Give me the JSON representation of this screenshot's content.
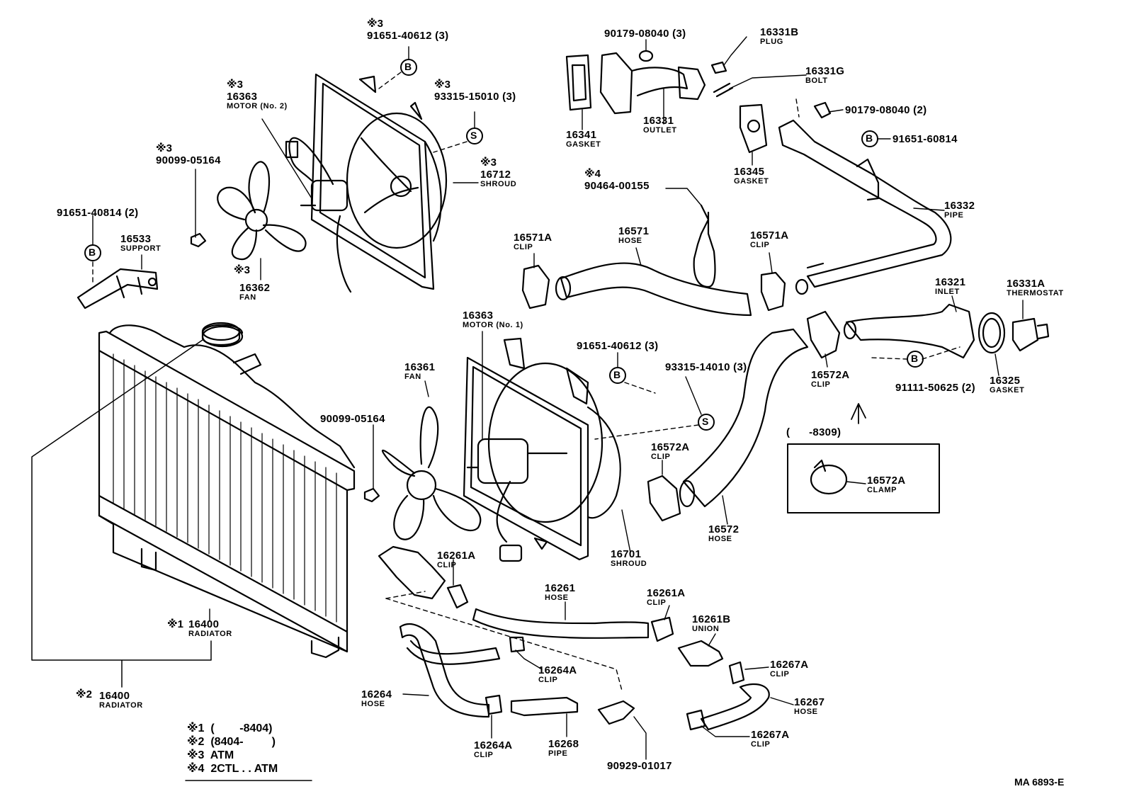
{
  "labels": {
    "mark3": "※3",
    "mark4": "※4",
    "p91651_40612_top": "91651-40612 (3)",
    "p16363_no2_num": "16363",
    "p16363_no2_name": "MOTOR (No. 2)",
    "p93315_15010": "93315-15010 (3)",
    "p16712_num": "16712",
    "p16712_name": "SHROUD",
    "p90099_05164_top": "90099-05164",
    "p91651_40814": "91651-40814 (2)",
    "p16533_num": "16533",
    "p16533_name": "SUPPORT",
    "p16362_num": "16362",
    "p16362_name": "FAN",
    "p90179_08040_3": "90179-08040 (3)",
    "p16331B_num": "16331B",
    "p16331B_name": "PLUG",
    "p16331G_num": "16331G",
    "p16331G_name": "BOLT",
    "p90179_08040_2": "90179-08040 (2)",
    "p91651_60814": "91651-60814",
    "p16341_num": "16341",
    "p16341_name": "GASKET",
    "p16331_num": "16331",
    "p16331_name": "OUTLET",
    "p16345_num": "16345",
    "p16345_name": "GASKET",
    "p90464_00155": "90464-00155",
    "p16332_num": "16332",
    "p16332_name": "PIPE",
    "p16571A_l_num": "16571A",
    "p16571A_l_name": "CLIP",
    "p16571_num": "16571",
    "p16571_name": "HOSE",
    "p16571A_r_num": "16571A",
    "p16571A_r_name": "CLIP",
    "p16321_num": "16321",
    "p16321_name": "INLET",
    "p16331A_num": "16331A",
    "p16331A_name": "THERMOSTAT",
    "p16363_no1_num": "16363",
    "p16363_no1_name": "MOTOR (No. 1)",
    "p16361_num": "16361",
    "p16361_name": "FAN",
    "p91651_40612_mid": "91651-40612 (3)",
    "p93315_14010": "93315-14010 (3)",
    "p16572A_top_num": "16572A",
    "p16572A_top_name": "CLIP",
    "p91111_50625": "91111-50625 (2)",
    "p16325_num": "16325",
    "p16325_name": "GASKET",
    "p90099_05164_mid": "90099-05164",
    "p8309": "(      -8309)",
    "p16572A_mid_num": "16572A",
    "p16572A_mid_name": "CLIP",
    "p16572A_clamp_num": "16572A",
    "p16572A_clamp_name": "CLAMP",
    "p16572_num": "16572",
    "p16572_name": "HOSE",
    "p16701_num": "16701",
    "p16701_name": "SHROUD",
    "p16261A_l_num": "16261A",
    "p16261A_l_name": "CLIP",
    "p16261_num": "16261",
    "p16261_name": "HOSE",
    "p16261A_r_num": "16261A",
    "p16261A_r_name": "CLIP",
    "p16261B_num": "16261B",
    "p16261B_name": "UNION",
    "p16400_1_mark": "※1",
    "p16400_1_num": "16400",
    "p16400_1_name": "RADIATOR",
    "p16264A_t_num": "16264A",
    "p16264A_t_name": "CLIP",
    "p16267A_t_num": "16267A",
    "p16267A_t_name": "CLIP",
    "p16400_2_mark": "※2",
    "p16400_2_num": "16400",
    "p16400_2_name": "RADIATOR",
    "p16264_num": "16264",
    "p16264_name": "HOSE",
    "p16267_num": "16267",
    "p16267_name": "HOSE",
    "p16267A_b_num": "16267A",
    "p16267A_b_name": "CLIP",
    "p16264A_b_num": "16264A",
    "p16264A_b_name": "CLIP",
    "p16268_num": "16268",
    "p16268_name": "PIPE",
    "p90929_01017": "90929-01017"
  },
  "legend": [
    "※1  (        -8404)",
    "※2  (8404-         )",
    "※3  ATM",
    "※4  2CTL . . ATM"
  ],
  "drawing_code": "MA 6893-E",
  "circle_marks": {
    "bolt": "B",
    "screw": "S"
  }
}
